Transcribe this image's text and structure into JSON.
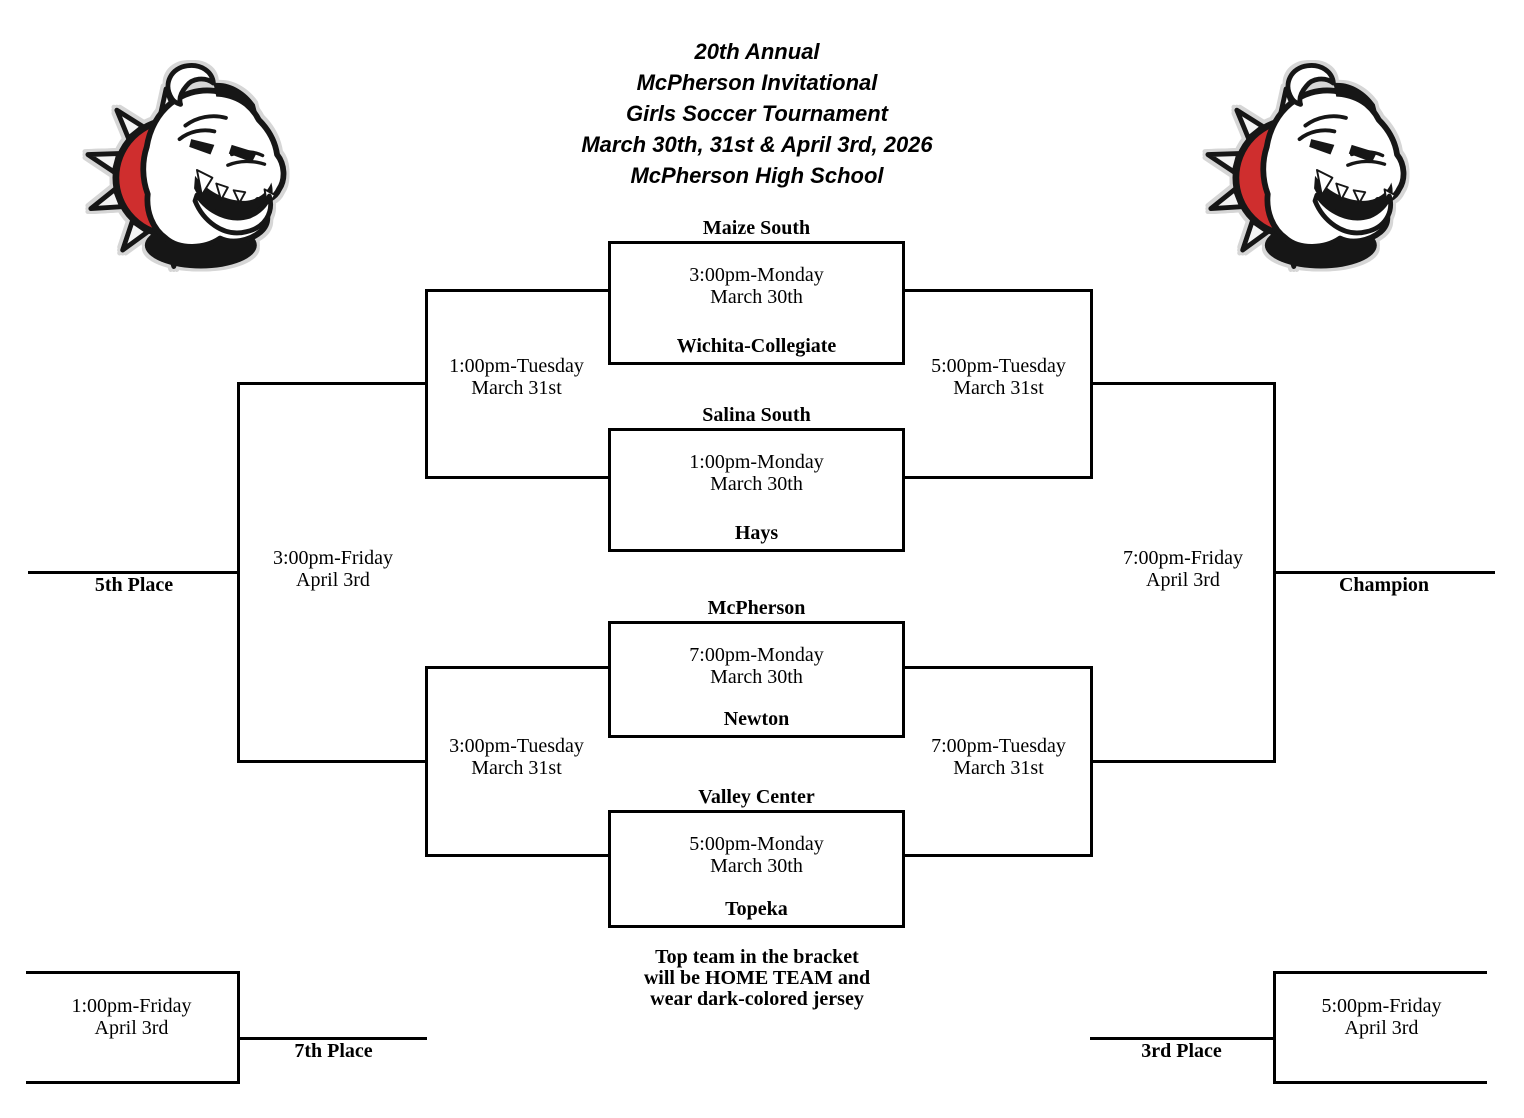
{
  "title": {
    "line1": "20th Annual",
    "line2": "McPherson Invitational",
    "line3": "Girls Soccer Tournament",
    "line4": "March 30th, 31st & April 3rd, 2026",
    "line5": "McPherson High School"
  },
  "logo": {
    "name": "bulldog-mascot",
    "collar_color": "#cf2e2e"
  },
  "colors": {
    "background": "#ffffff",
    "lines": "#000000",
    "text": "#000000",
    "collar_red": "#cf2e2e"
  },
  "games": {
    "qf1": {
      "home": "Maize South",
      "away": "Wichita-Collegiate",
      "time": "3:00pm-Monday",
      "date": "March 30th"
    },
    "qf2": {
      "home": "Salina South",
      "away": "Hays",
      "time": "1:00pm-Monday",
      "date": "March 30th"
    },
    "qf3": {
      "home": "McPherson",
      "away": "Newton",
      "time": "7:00pm-Monday",
      "date": "March 30th"
    },
    "qf4": {
      "home": "Valley Center",
      "away": "Topeka",
      "time": "5:00pm-Monday",
      "date": "March 30th"
    },
    "consolation_semi_top": {
      "time": "1:00pm-Tuesday",
      "date": "March 31st"
    },
    "consolation_semi_bottom": {
      "time": "3:00pm-Tuesday",
      "date": "March 31st"
    },
    "semi_top": {
      "time": "5:00pm-Tuesday",
      "date": "March 31st"
    },
    "semi_bottom": {
      "time": "7:00pm-Tuesday",
      "date": "March 31st"
    },
    "fifth_place": {
      "time": "3:00pm-Friday",
      "date": "April 3rd",
      "label": "5th Place"
    },
    "championship": {
      "time": "7:00pm-Friday",
      "date": "April 3rd",
      "label": "Champion"
    },
    "seventh_place": {
      "time": "1:00pm-Friday",
      "date": "April 3rd",
      "label": "7th Place"
    },
    "third_place": {
      "time": "5:00pm-Friday",
      "date": "April 3rd",
      "label": "3rd Place"
    }
  },
  "note": {
    "line1": "Top team in the bracket",
    "line2": "will be HOME TEAM and",
    "line3": "wear dark-colored jersey"
  }
}
